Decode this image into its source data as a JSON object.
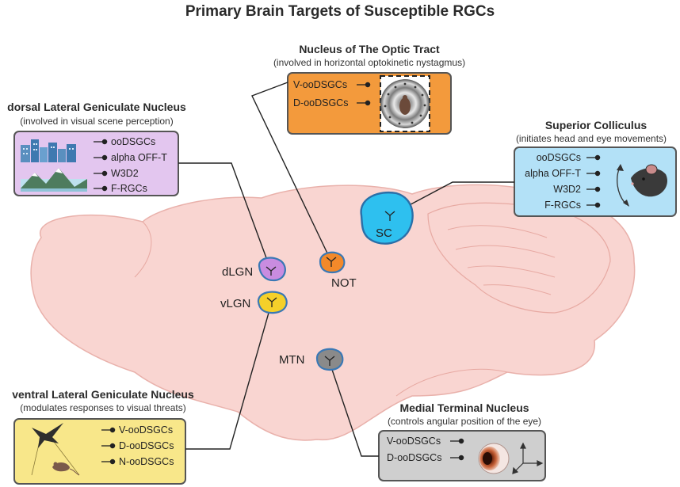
{
  "title": "Primary Brain Targets of Susceptible RGCs",
  "boxes": {
    "dlgn": {
      "heading": "dorsal Lateral Geniculate Nucleus",
      "subheading": "(involved in visual scene perception)",
      "items": [
        "ooDSGCs",
        "alpha OFF-T",
        "W3D2",
        "F-RGCs"
      ],
      "color": "#e3c6ef"
    },
    "not": {
      "heading": "Nucleus of The Optic Tract",
      "subheading": "(involved in horizontal optokinetic nystagmus)",
      "items": [
        "V-ooDSGCs",
        "D-ooDSGCs"
      ],
      "color": "#f39a3c"
    },
    "sc": {
      "heading": "Superior Colliculus",
      "subheading": "(initiates head and eye movements)",
      "items": [
        "ooDSGCs",
        "alpha OFF-T",
        "W3D2",
        "F-RGCs"
      ],
      "color": "#b3e1f7"
    },
    "vlgn": {
      "heading": "ventral Lateral Geniculate Nucleus",
      "subheading": "(modulates responses to visual threats)",
      "items": [
        "V-ooDSGCs",
        "D-ooDSGCs",
        "N-ooDSGCs"
      ],
      "color": "#f8e78a"
    },
    "mtn": {
      "heading": "Medial Terminal Nucleus",
      "subheading": "(controls angular position of the eye)",
      "items": [
        "V-ooDSGCs",
        "D-ooDSGCs"
      ],
      "color": "#cfcfcf"
    }
  },
  "regions": {
    "dlgn": {
      "label": "dLGN",
      "color": "#c98ce0"
    },
    "vlgn": {
      "label": "vLGN",
      "color": "#f5d02a"
    },
    "not": {
      "label": "NOT",
      "color": "#f3892a"
    },
    "sc": {
      "label": "SC",
      "color": "#2ec0ef"
    },
    "mtn": {
      "label": "MTN",
      "color": "#8a8a8a"
    }
  },
  "brain_color": "#f9d5d1"
}
